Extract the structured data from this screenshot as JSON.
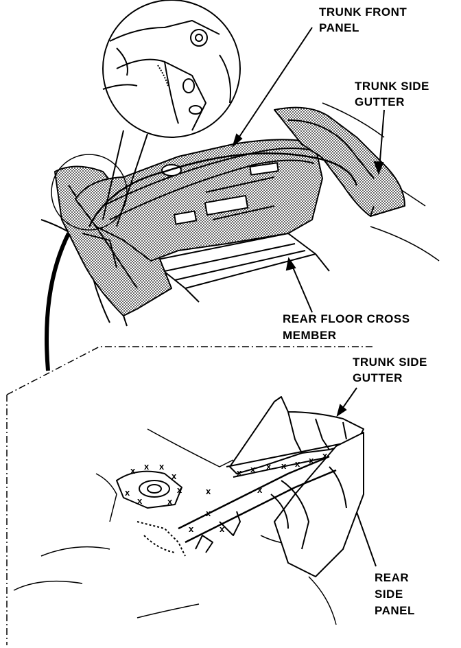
{
  "labels": {
    "trunk_front_panel": [
      "TRUNK FRONT",
      "PANEL"
    ],
    "trunk_side_gutter_top": [
      "TRUNK SIDE",
      "GUTTER"
    ],
    "rear_floor_cross_member": [
      "REAR FLOOR CROSS",
      "MEMBER"
    ],
    "trunk_side_gutter_bottom": [
      "TRUNK SIDE",
      "GUTTER"
    ],
    "rear_side_panel": [
      "REAR",
      "SIDE",
      "PANEL"
    ]
  },
  "colors": {
    "ink": "#000000",
    "paper": "#ffffff"
  }
}
